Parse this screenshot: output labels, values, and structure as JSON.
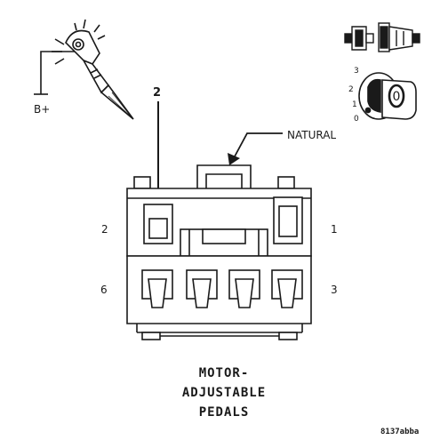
{
  "labels": {
    "battery": "B+",
    "callout_pin": "2",
    "natural": "NATURAL",
    "pin_2": "2",
    "pin_1": "1",
    "pin_6": "6",
    "pin_3": "3",
    "title_line1": "MOTOR-",
    "title_line2": "ADJUSTABLE",
    "title_line3": "PEDALS",
    "figure_code": "8137abba"
  },
  "ignition_positions": [
    "3",
    "2",
    "1",
    "0"
  ],
  "ignition_key_label": "0",
  "colors": {
    "line": "#1a1a1a",
    "background": "#ffffff"
  }
}
